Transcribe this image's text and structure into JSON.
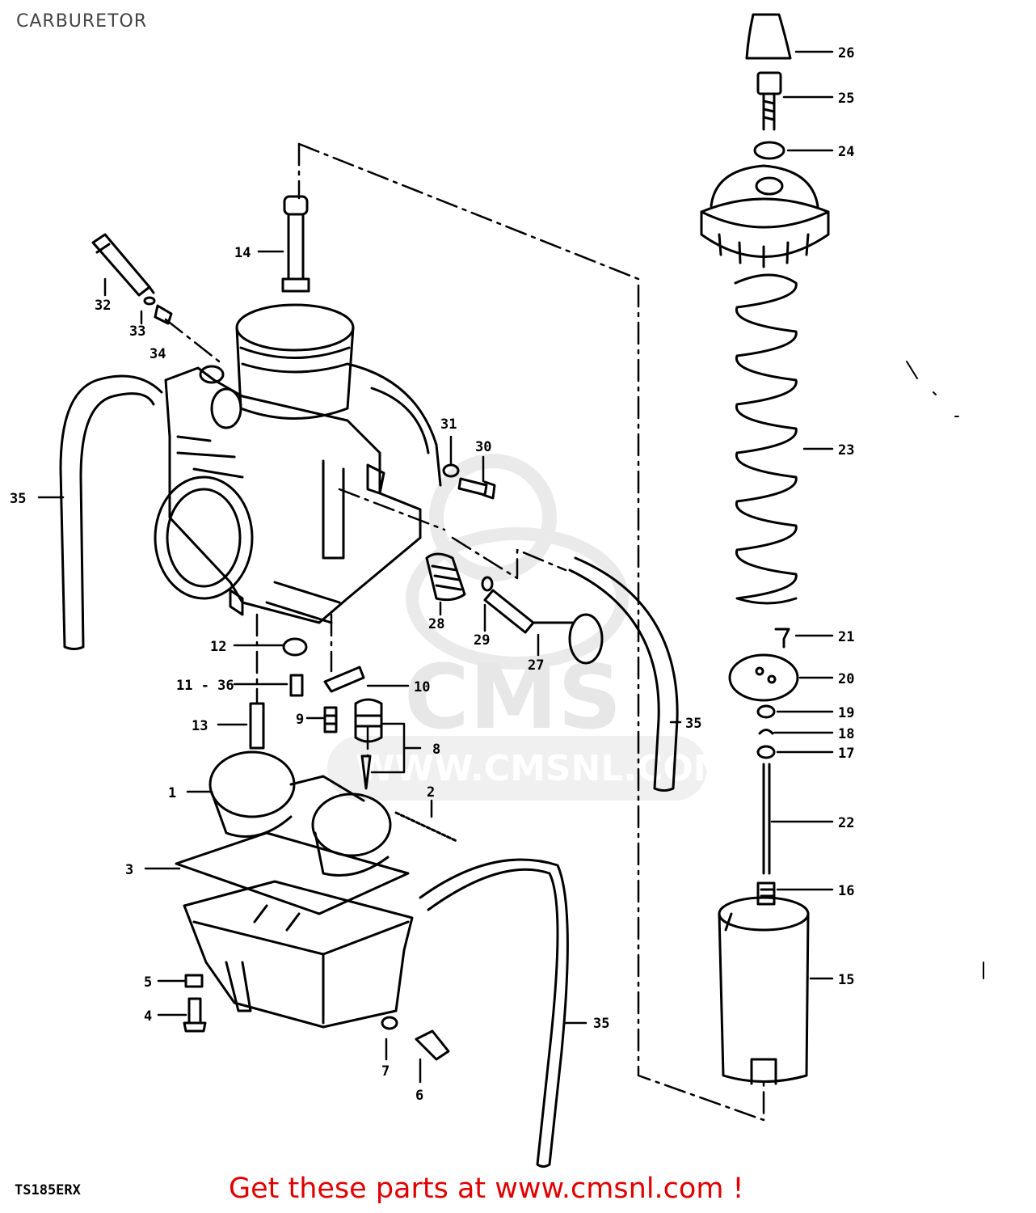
{
  "header": {
    "title": "CARBURETOR"
  },
  "footer": {
    "model_code": "TS185ERX",
    "cta_text": "Get these parts at www.cmsnl.com !"
  },
  "watermark": {
    "logo_text": "CMS",
    "url_text": "WWW.CMSNL.COM"
  },
  "callouts": {
    "c1": "1",
    "c2": "2",
    "c3": "3",
    "c4": "4",
    "c5": "5",
    "c6": "6",
    "c7": "7",
    "c8": "8",
    "c9": "9",
    "c10": "10",
    "c11": "11 - 36",
    "c12": "12",
    "c13": "13",
    "c14": "14",
    "c15": "15",
    "c16": "16",
    "c17": "17",
    "c18": "18",
    "c19": "19",
    "c20": "20",
    "c21": "21",
    "c22": "22",
    "c23": "23",
    "c24": "24",
    "c25": "25",
    "c26": "26",
    "c27": "27",
    "c28": "28",
    "c29": "29",
    "c30": "30",
    "c31": "31",
    "c32": "32",
    "c33": "33",
    "c34": "34",
    "c35a": "35",
    "c35b": "35",
    "c35c": "35"
  },
  "colors": {
    "line": "#000000",
    "cta": "#e00000",
    "watermark": "#d9d9d9"
  }
}
